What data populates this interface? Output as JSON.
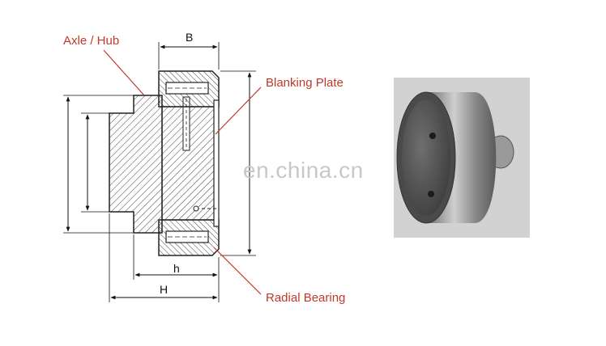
{
  "callouts": {
    "axle_hub": "Axle / Hub",
    "blanking_plate": "Blanking Plate",
    "radial_bearing": "Radial Bearing"
  },
  "dimensions": {
    "b": "B",
    "h_small": "h",
    "h_large": "H"
  },
  "watermark": "en.china.cn",
  "colors": {
    "callout_text": "#c0392b",
    "leader_line": "#c0392b",
    "line": "#222222",
    "photo_background": "#d2d2d2"
  }
}
